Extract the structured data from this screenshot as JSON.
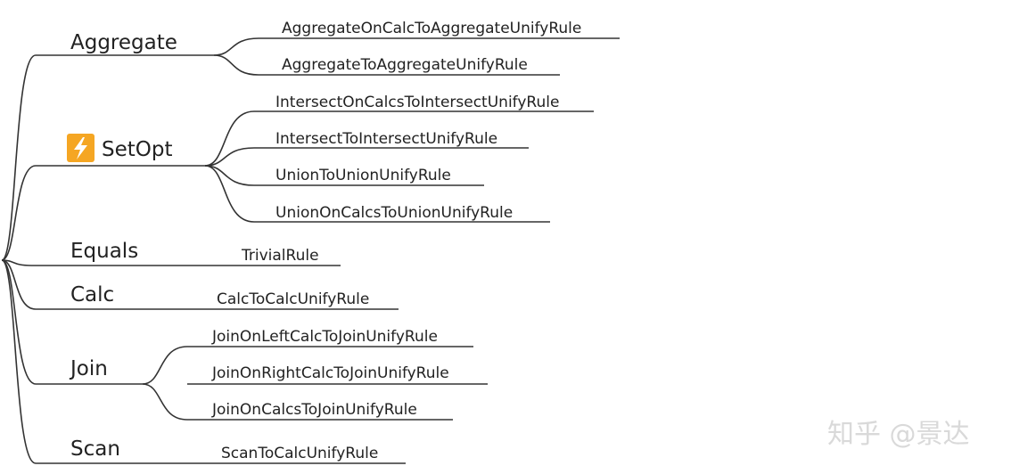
{
  "colors": {
    "line": "#333333",
    "text": "#222222",
    "icon_bg": "#f5a623",
    "icon_fg": "#ffffff",
    "watermark": "#d9d9d9"
  },
  "branches": [
    {
      "label": "Aggregate",
      "icon": null,
      "rules": [
        "AggregateOnCalcToAggregateUnifyRule",
        "AggregateToAggregateUnifyRule"
      ]
    },
    {
      "label": "SetOpt",
      "icon": "lightning-icon",
      "rules": [
        "IntersectOnCalcsToIntersectUnifyRule",
        "IntersectToIntersectUnifyRule",
        "UnionToUnionUnifyRule",
        "UnionOnCalcsToUnionUnifyRule"
      ]
    },
    {
      "label": "Equals",
      "icon": null,
      "rules": [
        "TrivialRule"
      ]
    },
    {
      "label": "Calc",
      "icon": null,
      "rules": [
        "CalcToCalcUnifyRule"
      ]
    },
    {
      "label": "Join",
      "icon": null,
      "rules": [
        "JoinOnLeftCalcToJoinUnifyRule",
        "JoinOnRightCalcToJoinUnifyRule",
        "JoinOnCalcsToJoinUnifyRule"
      ]
    },
    {
      "label": "Scan",
      "icon": null,
      "rules": [
        "ScanToCalcUnifyRule"
      ]
    }
  ],
  "watermark": "知乎 @景达"
}
